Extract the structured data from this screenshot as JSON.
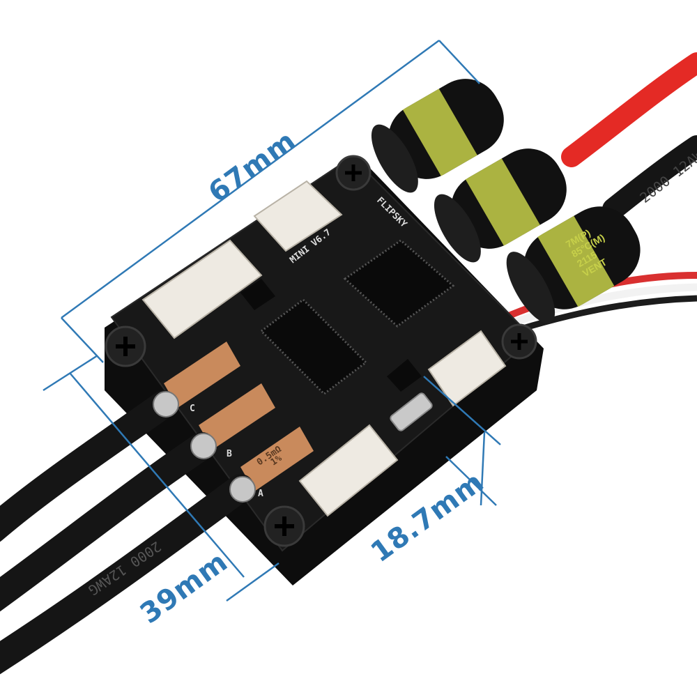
{
  "colors": {
    "dimension": "#2f79b5",
    "board": "#141414",
    "heatsink": "#0d0d0d",
    "connector": "#eeeae2",
    "shunt": "#c98a5c",
    "capacitor_band": "#c7d04a",
    "wire_red": "#e42a25",
    "wire_black": "#151515"
  },
  "dimensions": {
    "length": "67mm",
    "width": "39mm",
    "height": "18.7mm"
  },
  "board_text": {
    "brand": "FLIPSKY",
    "model": "MINI V6.7",
    "phase_c": "C",
    "phase_b": "B",
    "phase_a": "A",
    "shunt_value_1": "0.5mΩ",
    "shunt_value_2": "1%"
  },
  "capacitor_text": {
    "line1": "2115",
    "line2": "VENT",
    "line3": "7M(P)",
    "line4": "85°C(M)"
  },
  "wire_text": {
    "gauge": "2000 12AWG"
  }
}
